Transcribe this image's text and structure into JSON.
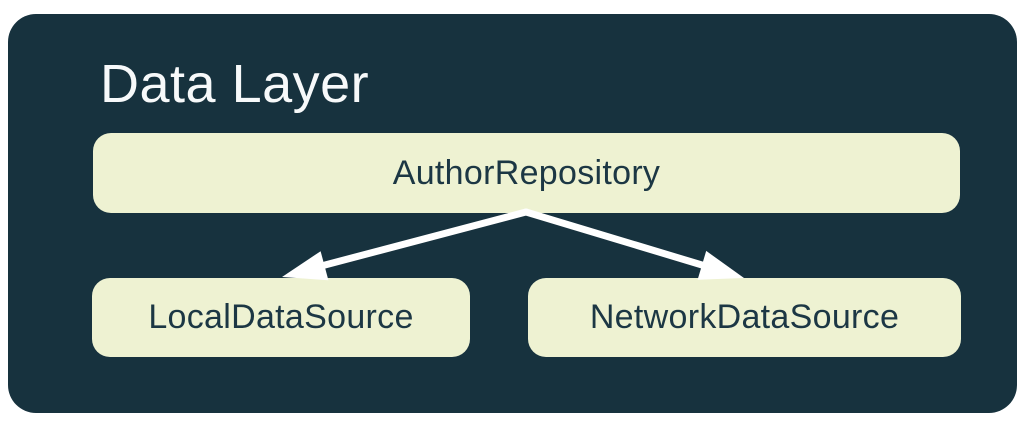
{
  "diagram": {
    "title": "Data Layer",
    "nodes": [
      {
        "id": "repository",
        "label": "AuthorRepository"
      },
      {
        "id": "local",
        "label": "LocalDataSource"
      },
      {
        "id": "network",
        "label": "NetworkDataSource"
      }
    ],
    "edges": [
      {
        "from": "AuthorRepository",
        "to": "LocalDataSource"
      },
      {
        "from": "AuthorRepository",
        "to": "NetworkDataSource"
      }
    ],
    "colors": {
      "page_bg": "#FFFFFF",
      "container_bg": "#17323E",
      "node_bg": "#EEF2D2",
      "node_text": "#1C3744",
      "title_text": "#F7F9FA",
      "arrow": "#FFFFFF"
    }
  }
}
